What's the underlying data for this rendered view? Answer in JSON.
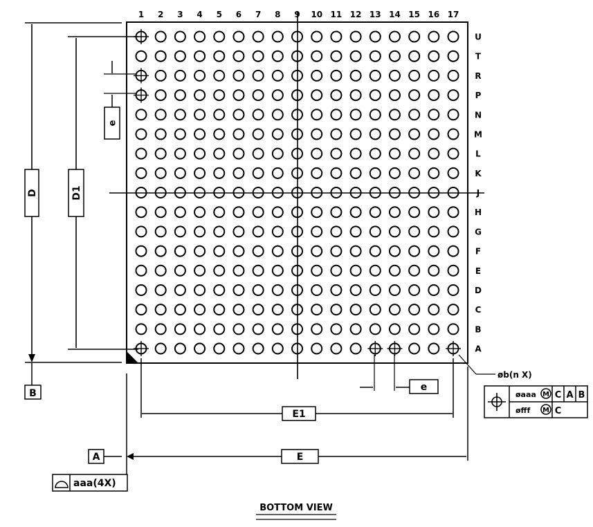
{
  "package": {
    "columns": [
      "1",
      "2",
      "3",
      "4",
      "5",
      "6",
      "7",
      "8",
      "9",
      "10",
      "11",
      "12",
      "13",
      "14",
      "15",
      "16",
      "17"
    ],
    "rows": [
      "U",
      "T",
      "R",
      "P",
      "N",
      "M",
      "L",
      "K",
      "J",
      "H",
      "G",
      "F",
      "E",
      "D",
      "C",
      "B",
      "A"
    ],
    "marked_balls": [
      "U1",
      "R1",
      "P1",
      "A1",
      "A13",
      "A14",
      "A17"
    ]
  },
  "dimensions": {
    "D": "D",
    "D1": "D1",
    "E": "E",
    "E1": "E1",
    "e_vertical": "e",
    "e_horizontal": "e"
  },
  "datums": {
    "A": "A",
    "B": "B"
  },
  "flatness_callout": {
    "value": "aaa(4X)"
  },
  "ball_callout": {
    "label": "øb(n  X)",
    "row1": {
      "value": "øaaa",
      "modifier": "M",
      "refs": [
        "C",
        "A",
        "B"
      ]
    },
    "row2": {
      "value": "øfff",
      "modifier": "M",
      "refs": [
        "C"
      ]
    }
  },
  "view_title": "BOTTOM VIEW"
}
